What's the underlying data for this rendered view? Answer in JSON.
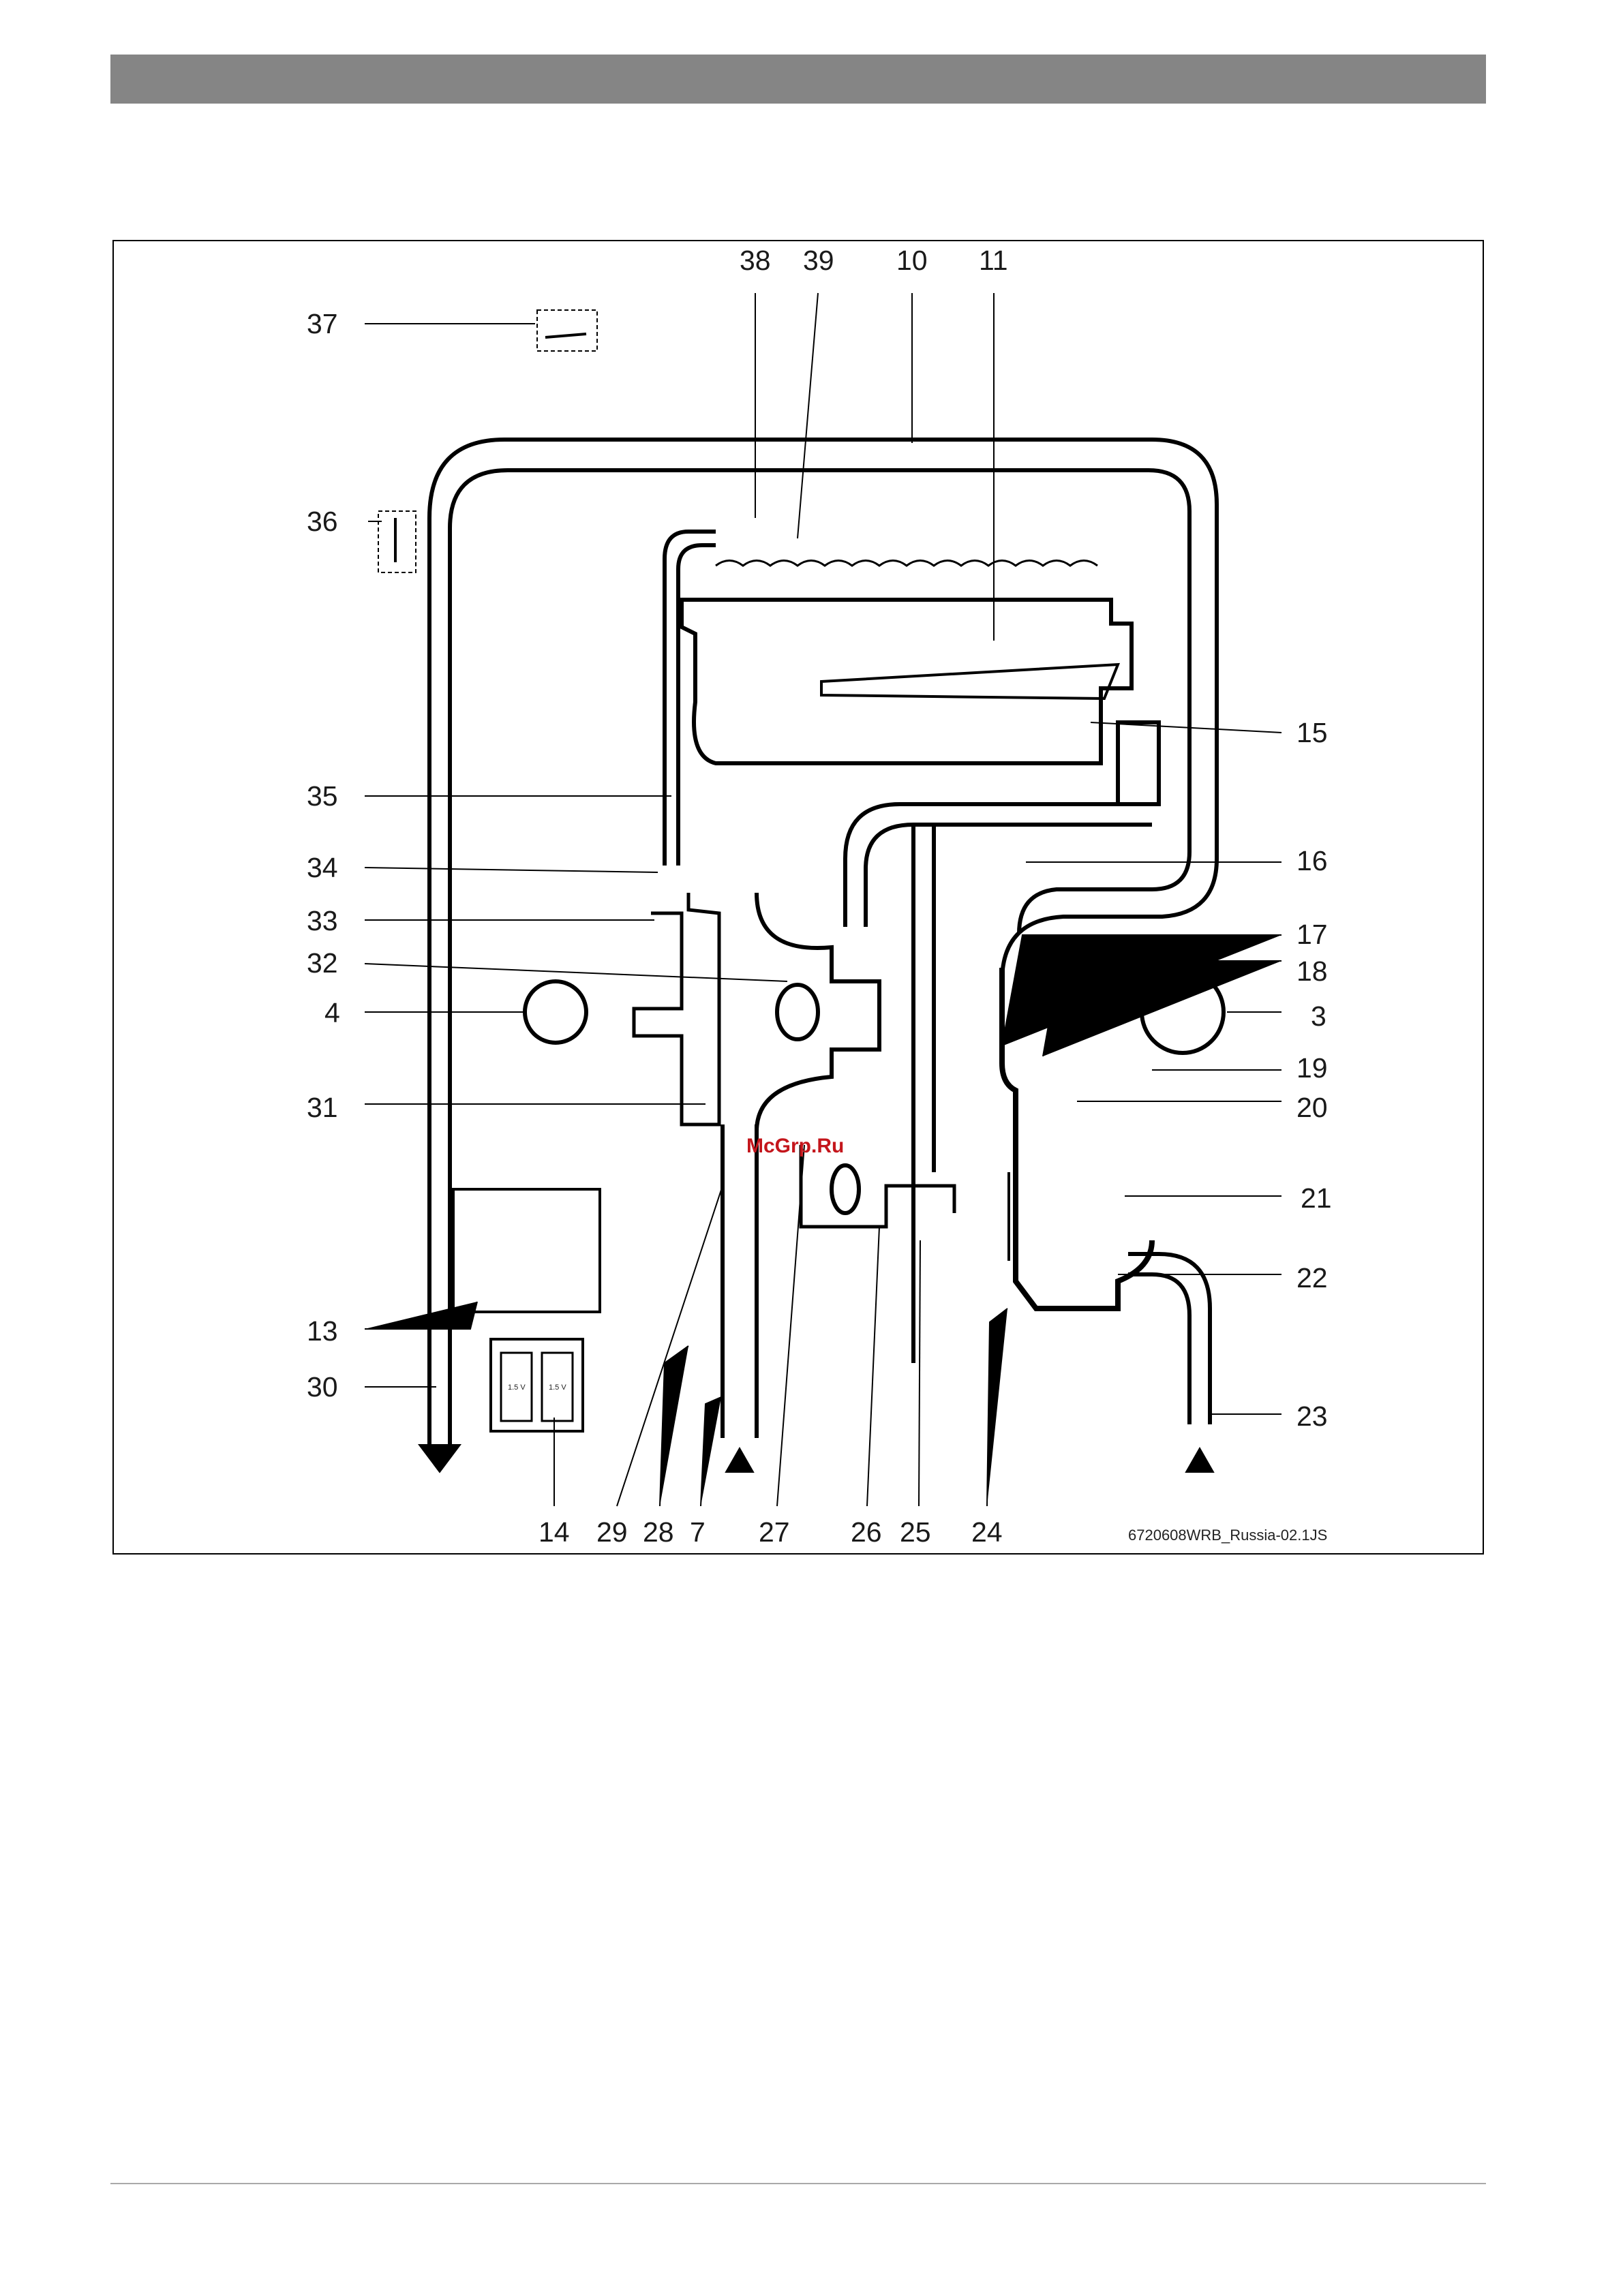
{
  "diagram": {
    "callouts": [
      "38",
      "39",
      "10",
      "11",
      "37",
      "36",
      "15",
      "35",
      "16",
      "34",
      "17",
      "33",
      "18",
      "32",
      "4",
      "3",
      "19",
      "31",
      "20",
      "21",
      "13",
      "22",
      "30",
      "23",
      "14",
      "29",
      "28",
      "7",
      "27",
      "26",
      "25",
      "24"
    ],
    "figure_code": "6720608WRB_Russia-02.1JS",
    "battery_label": "1.5 V",
    "watermark": "McGrp.Ru"
  },
  "colors": {
    "header_bar": "#858585",
    "line": "#000000",
    "watermark": "#c4161c"
  }
}
